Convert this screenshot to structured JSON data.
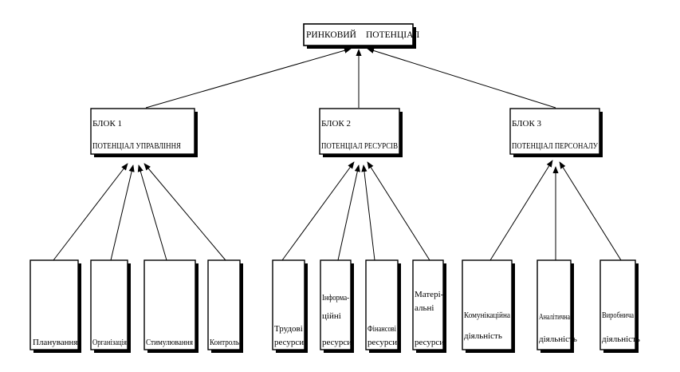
{
  "top": {
    "line1": "РИНКОВИЙ",
    "line2": "ПОТЕНЦІАЛ"
  },
  "blocks": [
    {
      "line1": "БЛОК 1",
      "line2": "ПОТЕНЦІАЛ УПРАВЛІННЯ"
    },
    {
      "line1": "БЛОК 2",
      "line2": "ПОТЕНЦІАЛ РЕСУРСІВ"
    },
    {
      "line1": "БЛОК 3",
      "line2": "ПОТЕНЦІАЛ ПЕРСОНАЛУ"
    }
  ],
  "leaves": [
    {
      "lines": [
        "Планування"
      ]
    },
    {
      "lines": [
        "Організація"
      ]
    },
    {
      "lines": [
        "Стимулювання"
      ]
    },
    {
      "lines": [
        "Контроль"
      ]
    },
    {
      "lines": [
        "Трудові",
        "ресурси"
      ]
    },
    {
      "lines": [
        "Інформа-",
        "ційні",
        "ресурси"
      ]
    },
    {
      "lines": [
        "Фінансові",
        "ресурси"
      ]
    },
    {
      "lines": [
        "Матері-",
        "альні",
        "ресурси"
      ]
    },
    {
      "lines": [
        "Комунікаційна",
        "діяльність"
      ]
    },
    {
      "lines": [
        "Аналітична",
        "діяльність"
      ]
    },
    {
      "lines": [
        "Виробнича",
        "діяльність"
      ]
    }
  ]
}
